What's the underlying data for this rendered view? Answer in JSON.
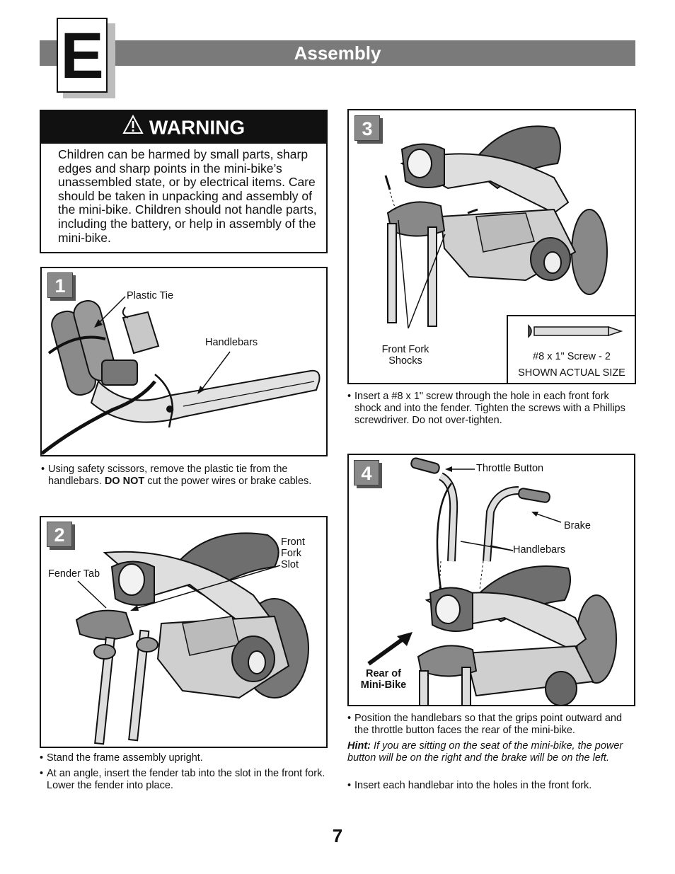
{
  "header": {
    "section_letter": "E",
    "title": "Assembly"
  },
  "warning": {
    "title": "WARNING",
    "text": "Children can be harmed by small parts, sharp edges and sharp points in the mini-bike’s unassembled state, or by electrical items. Care should be taken in unpacking and assembly of the mini-bike. Children should not handle parts, including the battery, or help in assembly of the mini-bike."
  },
  "step1": {
    "number": "1",
    "labels": {
      "plastic_tie": "Plastic Tie",
      "handlebars": "Handlebars"
    },
    "instructions": [
      {
        "pre": "Using safety scissors, remove the plastic tie from the handlebars. ",
        "bold": "DO NOT",
        "post": " cut the power wires or brake cables."
      }
    ]
  },
  "step2": {
    "number": "2",
    "labels": {
      "fender_tab": "Fender Tab",
      "front_fork_slot_1": "Front",
      "front_fork_slot_2": "Fork",
      "front_fork_slot_3": "Slot"
    },
    "instructions": [
      "Stand the frame assembly upright.",
      "At an angle, insert the fender tab into the slot in the front fork. Lower the fender into place."
    ]
  },
  "step3": {
    "number": "3",
    "labels": {
      "front_fork_shocks_1": "Front Fork",
      "front_fork_shocks_2": "Shocks"
    },
    "screw_inset": {
      "caption": "#8 x 1\" Screw - 2",
      "note": "SHOWN ACTUAL SIZE"
    },
    "instructions": [
      "Insert a #8 x 1\" screw through the hole in each front fork shock and into the fender. Tighten the screws with a Phillips screwdriver. Do not over-tighten."
    ]
  },
  "step4": {
    "number": "4",
    "labels": {
      "throttle_button": "Throttle Button",
      "brake": "Brake",
      "handlebars": "Handlebars",
      "rear_1": "Rear of",
      "rear_2": "Mini-Bike"
    },
    "instructions": [
      "Position the handlebars so that the grips point outward and the throttle button faces the rear of the mini-bike."
    ],
    "hint_label": "Hint:",
    "hint_text": " If you are sitting on the seat of the mini-bike, the power button will be on the right and the brake will be on the left.",
    "instruction_last": "Insert each handlebar into the holes in the front fork."
  },
  "bullet_char": "•",
  "page_number": "7",
  "colors": {
    "header_gray": "#7a7a7a",
    "warning_black": "#111111",
    "step_gray": "#8a8a8a",
    "bike_dark": "#6e6e6e",
    "bike_light": "#d6d6d6"
  }
}
